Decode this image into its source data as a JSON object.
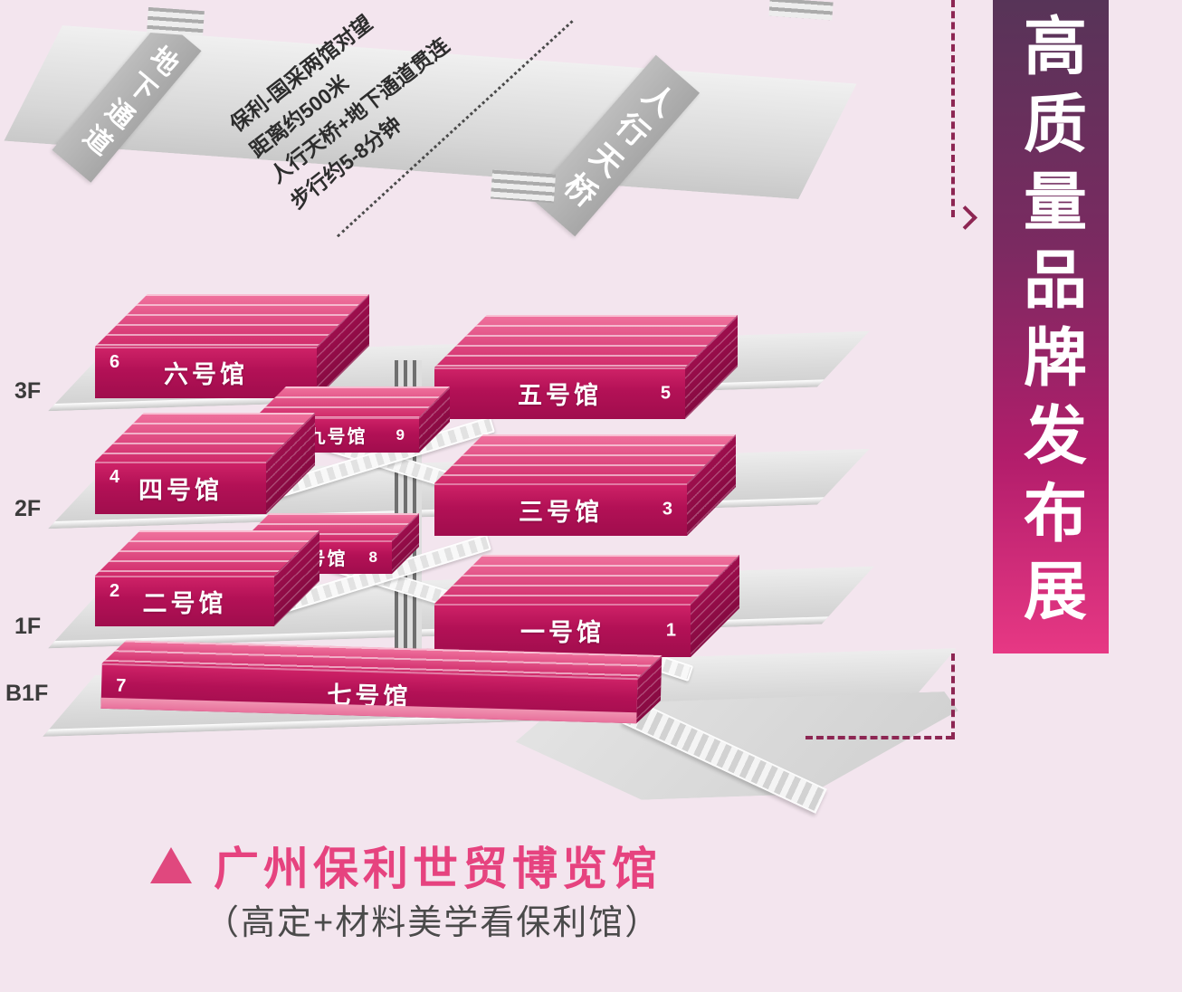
{
  "colors": {
    "background": "#f3e5ee",
    "hall_crimson": "#b31156",
    "hall_roof_pink": "#f0739e",
    "accent_pink": "#e6437f",
    "banner_gradient_top": "#573458",
    "banner_gradient_bottom": "#e73884",
    "dash_line": "#8d2653",
    "platform_gray": "#dadada"
  },
  "banner": {
    "text": "高质量品牌发布展"
  },
  "walkways": {
    "underground_label": "地下通道",
    "footbridge_label": "人行天桥",
    "annotation_lines": [
      "保利-国采两馆对望",
      "距离约500米",
      "人行天桥+地下通道贯连",
      "步行约5-8分钟"
    ]
  },
  "floor_labels": {
    "f3": "3F",
    "f2": "2F",
    "f1": "1F",
    "b1f": "B1F"
  },
  "halls": {
    "h1": {
      "label": "一号馆",
      "num": "1"
    },
    "h2": {
      "label": "二号馆",
      "num": "2"
    },
    "h3": {
      "label": "三号馆",
      "num": "3"
    },
    "h4": {
      "label": "四号馆",
      "num": "4"
    },
    "h5": {
      "label": "五号馆",
      "num": "5"
    },
    "h6": {
      "label": "六号馆",
      "num": "6"
    },
    "h7": {
      "label": "七号馆",
      "num": "7"
    },
    "h8": {
      "label": "八号馆",
      "num": "8"
    },
    "h9": {
      "label": "九号馆",
      "num": "9"
    }
  },
  "footer": {
    "title": "广州保利世贸博览馆",
    "subtitle": "（高定+材料美学看保利馆）"
  }
}
